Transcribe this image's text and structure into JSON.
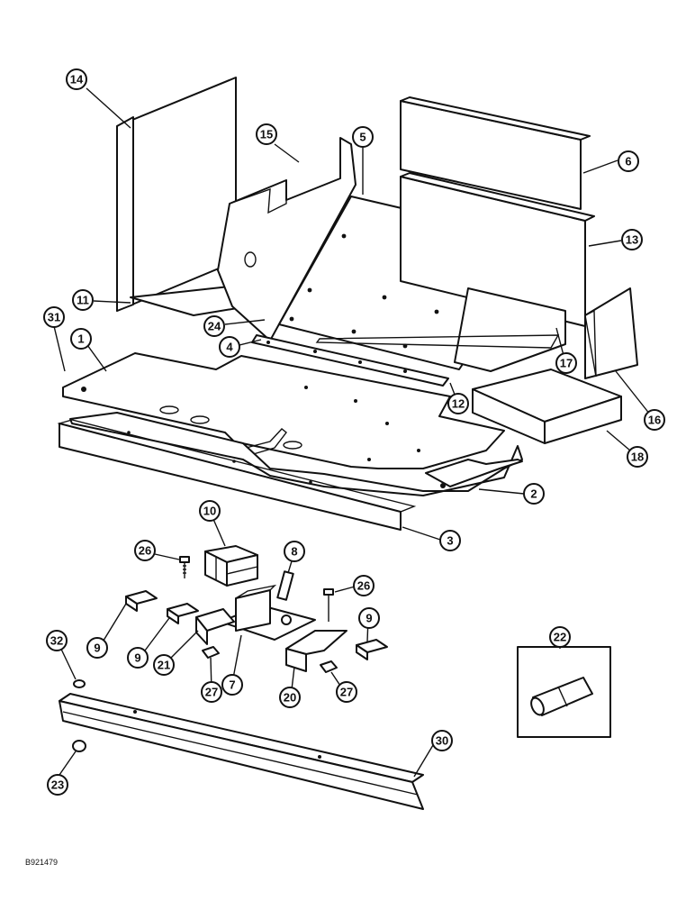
{
  "figure": {
    "document_code": "B921479"
  },
  "callouts": [
    "14",
    "15",
    "5",
    "6",
    "13",
    "11",
    "24",
    "31",
    "1",
    "4",
    "17",
    "12",
    "16",
    "18",
    "2",
    "3",
    "10",
    "26",
    "8",
    "26",
    "9",
    "9",
    "9",
    "32",
    "21",
    "7",
    "27",
    "20",
    "27",
    "22",
    "30",
    "23"
  ]
}
